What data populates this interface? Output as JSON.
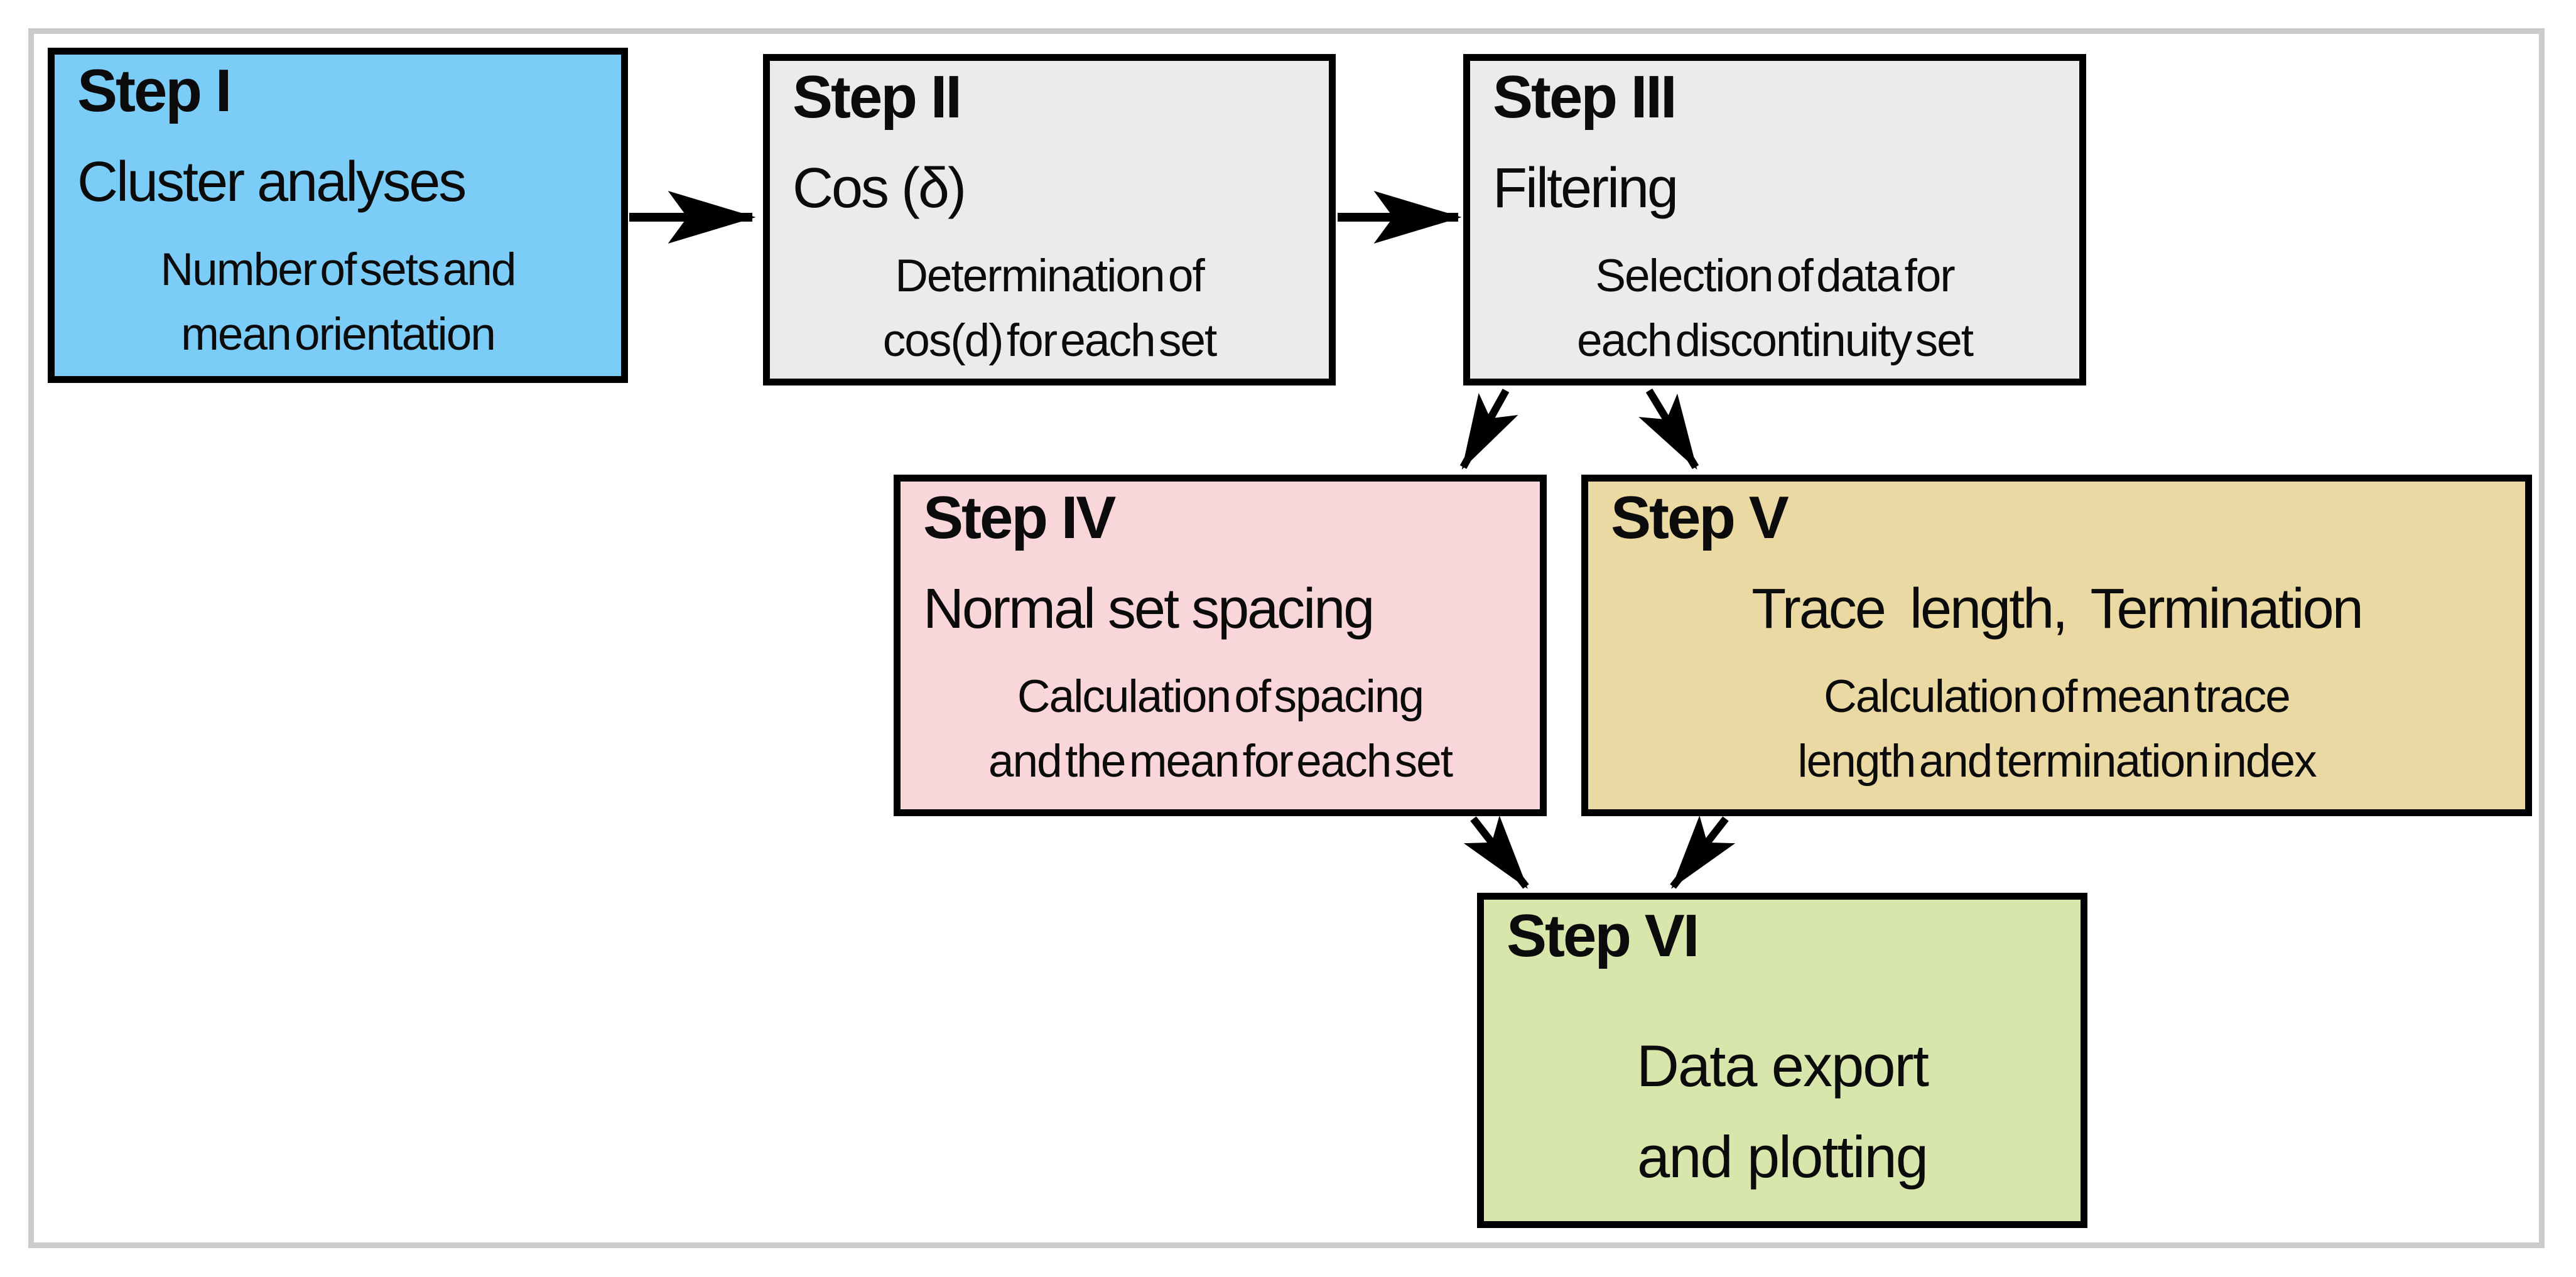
{
  "diagram": {
    "type": "flowchart",
    "background_color": "#ffffff",
    "frame_color": "#cacccc",
    "arrow_color": "#000000",
    "box_border_color": "#000000"
  },
  "steps": [
    {
      "heading": "Step I",
      "subtitle": "Cluster analyses",
      "body_line1": "Number of sets and",
      "body_line2": "mean orientation",
      "color": "#7bcdf8"
    },
    {
      "heading": "Step II",
      "subtitle": "Cos (δ)",
      "body_line1": "Determination of",
      "body_line2": "cos(d) for each set",
      "color": "#ebebeb"
    },
    {
      "heading": "Step III",
      "subtitle": "Filtering",
      "body_line1": "Selection of data for",
      "body_line2": "each discontinuity set",
      "color": "#ebebeb"
    },
    {
      "heading": "Step IV",
      "subtitle": "Normal set spacing",
      "body_line1": "Calculation of spacing",
      "body_line2": "and the mean for each set",
      "color": "#f9d6da"
    },
    {
      "heading": "Step V",
      "subtitle": "Trace length, Termination",
      "body_line1": "Calculation of mean trace",
      "body_line2": "length and termination index",
      "color": "#ead9a2"
    },
    {
      "heading": "Step VI",
      "subtitle": "",
      "body_line1": "Data export",
      "body_line2": "and plotting",
      "color": "#d8e6ab"
    }
  ],
  "flow": [
    {
      "from": "Step I",
      "to": "Step II"
    },
    {
      "from": "Step II",
      "to": "Step III"
    },
    {
      "from": "Step III",
      "to": "Step IV"
    },
    {
      "from": "Step III",
      "to": "Step V"
    },
    {
      "from": "Step IV",
      "to": "Step VI"
    },
    {
      "from": "Step V",
      "to": "Step VI"
    }
  ]
}
